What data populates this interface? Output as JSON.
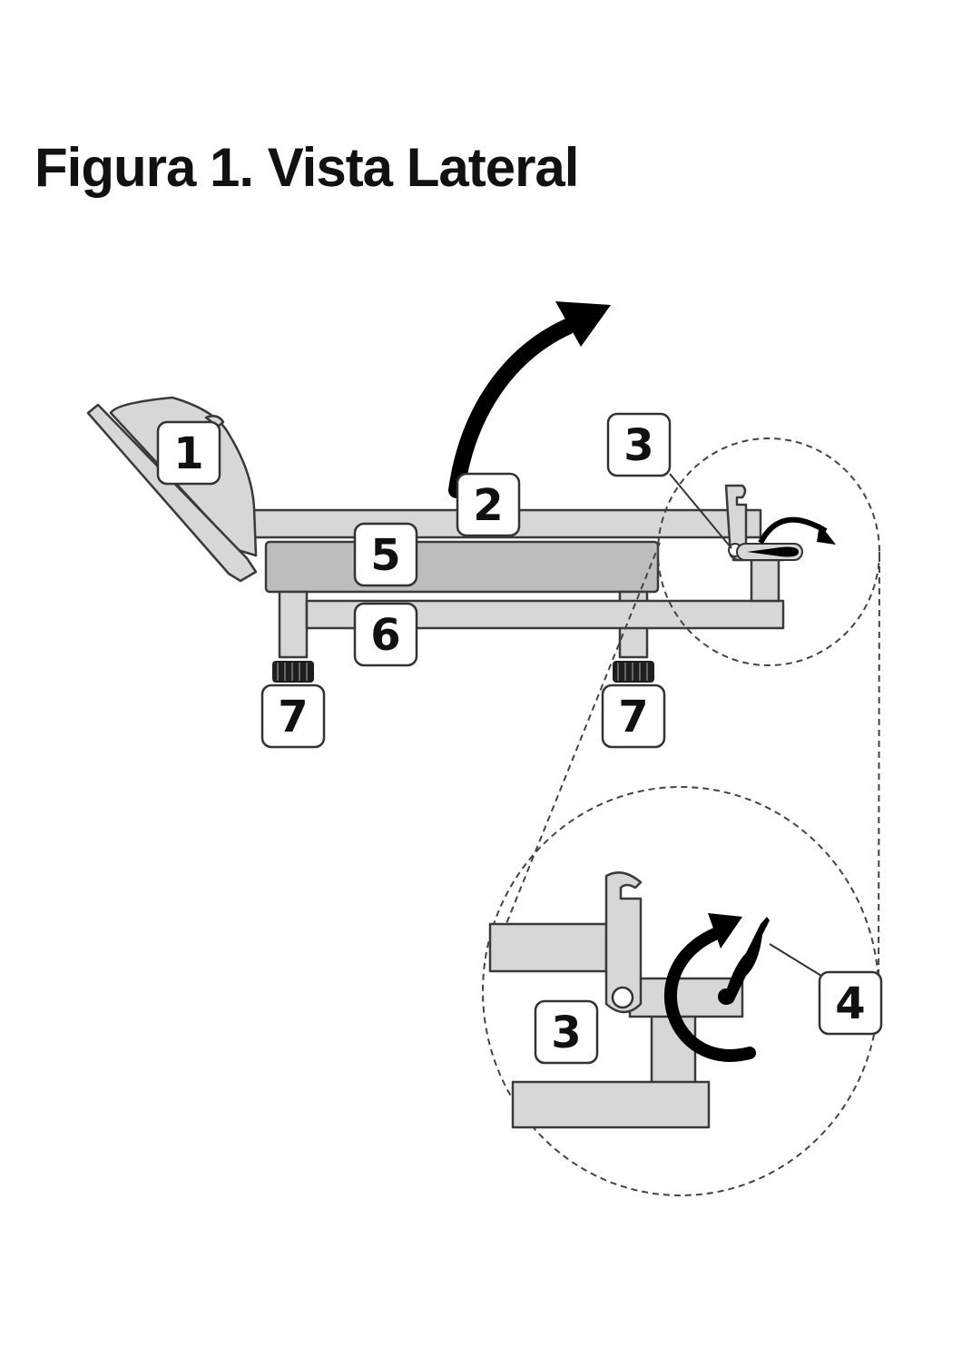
{
  "title": "Figura 1. Vista Lateral",
  "callouts": {
    "c1": "1",
    "c2": "2",
    "c3_main": "3",
    "c4": "4",
    "c3_detail": "3",
    "c5": "5",
    "c6": "6",
    "c7_left": "7",
    "c7_right": "7"
  },
  "colors": {
    "part_fill": "#d7d7d7",
    "outline": "#3a3a3a",
    "arrow": "#000000"
  }
}
